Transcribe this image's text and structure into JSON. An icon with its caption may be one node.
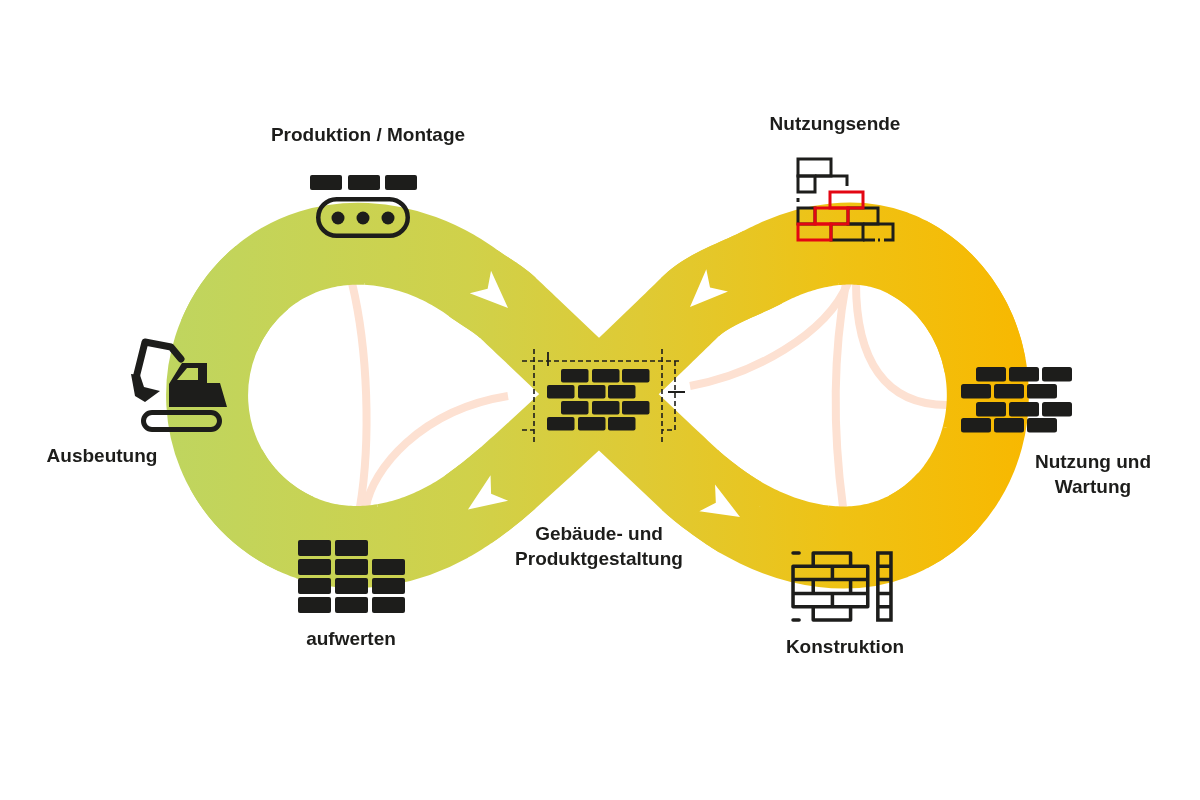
{
  "diagram": {
    "nodes": [
      {
        "text": [
          "Produktion / Montage"
        ]
      },
      {
        "text": [
          "Nutzungsende"
        ]
      },
      {
        "text": [
          "Ausbeutung"
        ]
      },
      {
        "text": [
          "Gebäude- und Produktgestaltung"
        ]
      },
      {
        "text": [
          "Nutzung und Wartung"
        ]
      },
      {
        "text": [
          "aufwerten"
        ]
      },
      {
        "text": [
          "Konstruktion"
        ]
      }
    ],
    "edges": [
      {
        "from": 2,
        "to": 0,
        "arrow": "none",
        "style": "thick"
      },
      {
        "from": 0,
        "to": 3,
        "arrow": "to",
        "style": "thick"
      },
      {
        "from": 3,
        "to": 6,
        "arrow": "to",
        "style": "thick"
      },
      {
        "from": 6,
        "to": 4,
        "arrow": "none",
        "style": "thick"
      },
      {
        "from": 4,
        "to": 1,
        "arrow": "none",
        "style": "thick"
      },
      {
        "from": 1,
        "to": 3,
        "arrow": "to",
        "style": "thick"
      },
      {
        "from": 3,
        "to": 5,
        "arrow": "to",
        "style": "thick"
      },
      {
        "from": 5,
        "to": 2,
        "arrow": "none",
        "style": "thick"
      },
      {
        "from": 0,
        "to": 5,
        "arrow": "none",
        "color": "#fde1d2"
      },
      {
        "from": 5,
        "to": 3,
        "arrow": "none",
        "color": "#fde1d2"
      },
      {
        "from": 3,
        "to": 1,
        "arrow": "none",
        "color": "#fde1d2"
      },
      {
        "from": 1,
        "to": 4,
        "arrow": "none",
        "color": "#fde1d2"
      },
      {
        "from": 1,
        "to": 6,
        "arrow": "none",
        "color": "#fde1d2"
      }
    ]
  }
}
